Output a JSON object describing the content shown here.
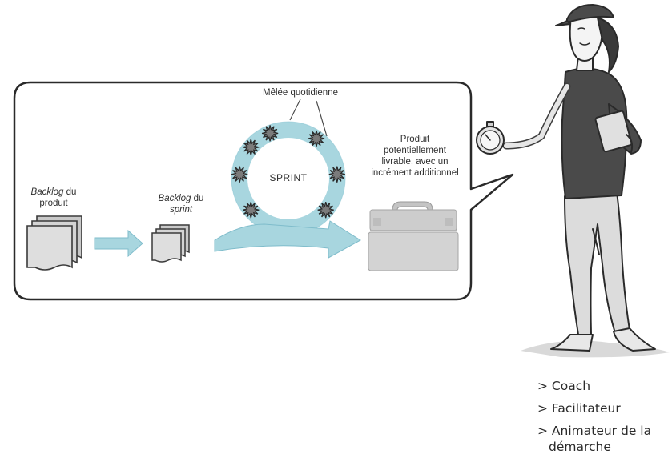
{
  "labels": {
    "meelee": "Mêlée quotidienne",
    "sprint": "SPRINT",
    "product_backlog": {
      "italic": "Backlog",
      "line1_rest": " du",
      "line2": "produit"
    },
    "sprint_backlog": {
      "italic1": "Backlog",
      "line1_rest": " du",
      "italic2": "sprint"
    },
    "output": [
      "Produit",
      "potentiellement",
      "livrable, avec un",
      "incrément additionnel"
    ]
  },
  "roles": [
    "> Coach",
    "> Facilitateur",
    "> Animateur de la",
    "démarche"
  ],
  "colors": {
    "flow": "#a8d6df",
    "flow_edge": "#7fbccb",
    "bubble_border": "#2a2a2a",
    "doc_fill": "#cfcfcf",
    "toolbox": "#cfcfcf"
  }
}
